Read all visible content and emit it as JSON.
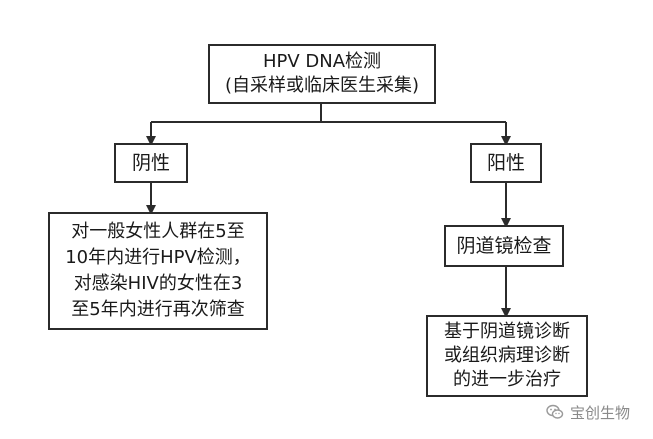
{
  "nodes": {
    "top": {
      "line1": "HPV DNA检测",
      "line2": "(自采样或临床医生采集)"
    },
    "negative": {
      "label": "阴性"
    },
    "positive": {
      "label": "阳性"
    },
    "negative_action": {
      "line1": "对一般女性人群在5至",
      "line2": "10年内进行HPV检测，",
      "line3": "对感染HIV的女性在3",
      "line4": "至5年内进行再次筛查"
    },
    "colposcopy": {
      "label": "阴道镜检查"
    },
    "treatment": {
      "line1": "基于阴道镜诊断",
      "line2": "或组织病理诊断",
      "line3": "的进一步治疗"
    }
  },
  "watermark": {
    "text": "宝创生物",
    "icon": "wechat-icon"
  },
  "colors": {
    "line": "#2b2b2b",
    "watermark": "#8a8a8a"
  }
}
